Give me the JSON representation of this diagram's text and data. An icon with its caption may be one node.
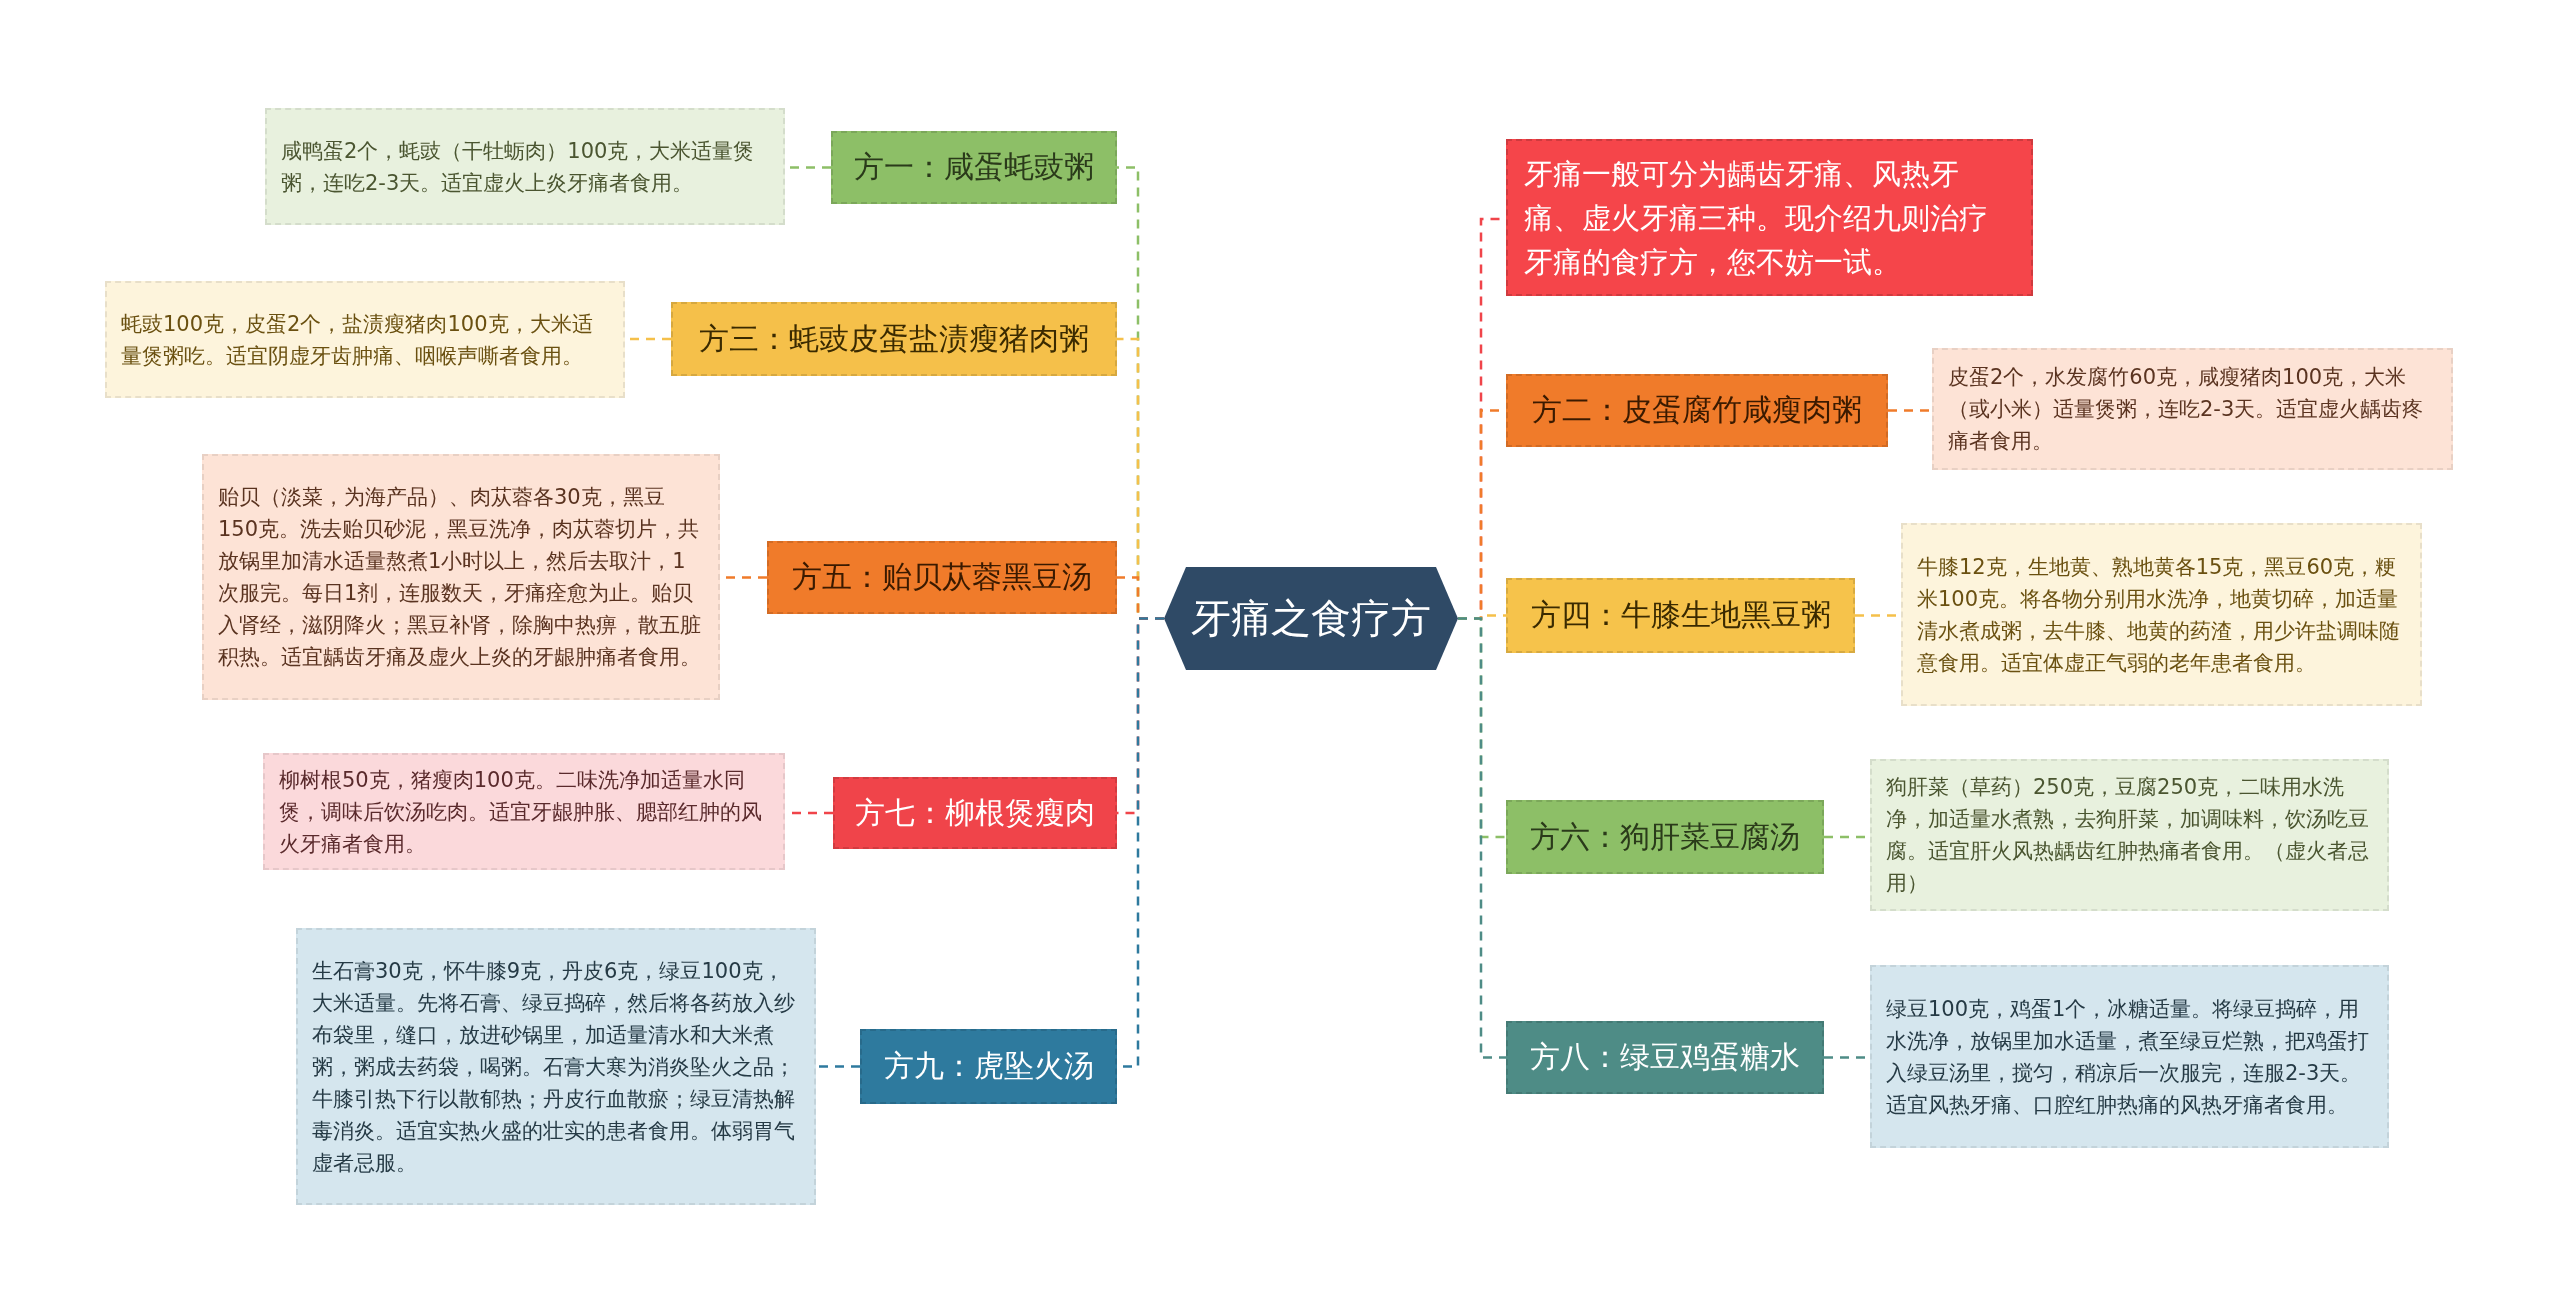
{
  "diagram": {
    "nodes": [
      {
        "text": [
          "牙痛之食疗方"
        ]
      },
      {
        "text": [
          "牙痛一般可分为龋齿牙痛、风热牙痛、虚火牙痛三种。现介绍九则治疗牙痛的食疗方，您不妨一试。"
        ]
      },
      {
        "text": [
          "方一：咸蛋蚝豉粥"
        ]
      },
      {
        "text": [
          "咸鸭蛋2个，蚝豉（干牡蛎肉）100克，大米适量煲粥，连吃2-3天。适宜虚火上炎牙痛者食用。"
        ]
      },
      {
        "text": [
          "方三：蚝豉皮蛋盐渍瘦猪肉粥"
        ]
      },
      {
        "text": [
          "蚝豉100克，皮蛋2个，盐渍瘦猪肉100克，大米适量煲粥吃。适宜阴虚牙齿肿痛、咽喉声嘶者食用。"
        ]
      },
      {
        "text": [
          "方五：贻贝苁蓉黑豆汤"
        ]
      },
      {
        "text": [
          "贻贝（淡菜，为海产品）、肉苁蓉各30克，黑豆150克。洗去贻贝砂泥，黑豆洗净，肉苁蓉切片，共放锅里加清水适量熬煮1小时以上，然后去取汁，1次服完。每日1剂，连服数天，牙痛痊愈为止。贻贝入肾经，滋阴降火；黑豆补肾，除胸中热痹，散五脏积热。适宜龋齿牙痛及虚火上炎的牙龈肿痛者食用。"
        ]
      },
      {
        "text": [
          "方七：柳根煲瘦肉"
        ]
      },
      {
        "text": [
          "柳树根50克，猪瘦肉100克。二味洗净加适量水同煲，调味后饮汤吃肉。适宜牙龈肿胀、腮部红肿的风火牙痛者食用。"
        ]
      },
      {
        "text": [
          "方九：虎坠火汤"
        ]
      },
      {
        "text": [
          "生石膏30克，怀牛膝9克，丹皮6克，绿豆100克，大米适量。先将石膏、绿豆捣碎，然后将各药放入纱布袋里，缝口，放进砂锅里，加适量清水和大米煮粥，粥成去药袋，喝粥。石膏大寒为消炎坠火之品；牛膝引热下行以散郁热；丹皮行血散瘀；绿豆清热解毒消炎。适宜实热火盛的壮实的患者食用。体弱胃气虚者忌服。"
        ]
      },
      {
        "text": [
          "方二：皮蛋腐竹咸瘦肉粥"
        ]
      },
      {
        "text": [
          "皮蛋2个，水发腐竹60克，咸瘦猪肉100克，大米（或小米）适量煲粥，连吃2-3天。适宜虚火龋齿疼痛者食用。"
        ]
      },
      {
        "text": [
          "方四：牛膝生地黑豆粥"
        ]
      },
      {
        "text": [
          "牛膝12克，生地黄、熟地黄各15克，黑豆60克，粳米100克。将各物分别用水洗净，地黄切碎，加适量清水煮成粥，去牛膝、地黄的药渣，用少许盐调味随意食用。适宜体虚正气弱的老年患者食用。"
        ]
      },
      {
        "text": [
          "方六：狗肝菜豆腐汤"
        ]
      },
      {
        "text": [
          "狗肝菜（草药）250克，豆腐250克，二味用水洗净，加适量水煮熟，去狗肝菜，加调味料，饮汤吃豆腐。适宜肝火风热龋齿红肿热痛者食用。（虚火者忌用）"
        ]
      },
      {
        "text": [
          "方八：绿豆鸡蛋糖水"
        ]
      },
      {
        "text": [
          "绿豆100克，鸡蛋1个，冰糖适量。将绿豆捣碎，用水洗净，放锅里加水适量，煮至绿豆烂熟，把鸡蛋打入绿豆汤里，搅匀，稍凉后一次服完，连服2-3天。适宜风热牙痛、口腔红肿热痛的风热牙痛者食用。"
        ]
      }
    ],
    "edges": [
      {
        "from": 0,
        "to": 2,
        "arrow": "none",
        "style": "dashed",
        "color": "#8dbf67"
      },
      {
        "from": 2,
        "to": 3,
        "arrow": "none",
        "style": "dashed",
        "color": "#8dbf67"
      },
      {
        "from": 0,
        "to": 4,
        "arrow": "none",
        "style": "dashed",
        "color": "#f5c04a"
      },
      {
        "from": 4,
        "to": 5,
        "arrow": "none",
        "style": "dashed",
        "color": "#f5c04a"
      },
      {
        "from": 0,
        "to": 6,
        "arrow": "none",
        "style": "dashed",
        "color": "#f07b2a"
      },
      {
        "from": 6,
        "to": 7,
        "arrow": "none",
        "style": "dashed",
        "color": "#f07b2a"
      },
      {
        "from": 0,
        "to": 8,
        "arrow": "none",
        "style": "dashed",
        "color": "#f0444a"
      },
      {
        "from": 8,
        "to": 9,
        "arrow": "none",
        "style": "dashed",
        "color": "#f0444a"
      },
      {
        "from": 0,
        "to": 10,
        "arrow": "none",
        "style": "dashed",
        "color": "#2e7a9e"
      },
      {
        "from": 10,
        "to": 11,
        "arrow": "none",
        "style": "dashed",
        "color": "#2e7a9e"
      },
      {
        "from": 0,
        "to": 1,
        "arrow": "none",
        "style": "dashed",
        "color": "#f0444a"
      },
      {
        "from": 0,
        "to": 12,
        "arrow": "none",
        "style": "dashed",
        "color": "#f07b2a"
      },
      {
        "from": 12,
        "to": 13,
        "arrow": "none",
        "style": "dashed",
        "color": "#f07b2a"
      },
      {
        "from": 0,
        "to": 14,
        "arrow": "none",
        "style": "dashed",
        "color": "#f5c04a"
      },
      {
        "from": 14,
        "to": 15,
        "arrow": "none",
        "style": "dashed",
        "color": "#f5c04a"
      },
      {
        "from": 0,
        "to": 16,
        "arrow": "none",
        "style": "dashed",
        "color": "#8dbf67"
      },
      {
        "from": 16,
        "to": 17,
        "arrow": "none",
        "style": "dashed",
        "color": "#8dbf67"
      },
      {
        "from": 0,
        "to": 18,
        "arrow": "none",
        "style": "dashed",
        "color": "#4e8c86"
      },
      {
        "from": 18,
        "to": 19,
        "arrow": "none",
        "style": "dashed",
        "color": "#4e8c86"
      }
    ]
  }
}
